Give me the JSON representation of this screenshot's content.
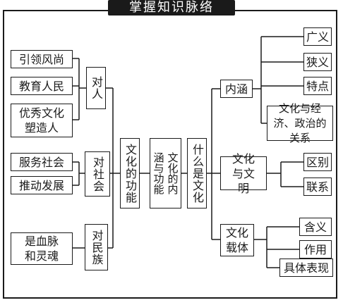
{
  "title": "掌握知识脉络",
  "root": "什么是文化",
  "left": {
    "connotation_function": "文化的内涵与功能",
    "function": "文化的功能",
    "groups": [
      {
        "label": "对人",
        "items": [
          "引领风尚",
          "教育人民",
          "优秀文化塑造人"
        ]
      },
      {
        "label": "对社会",
        "items": [
          "服务社会",
          "推动发展"
        ]
      },
      {
        "label": "对民族",
        "items": [
          "是血脉和灵魂"
        ]
      }
    ]
  },
  "right": {
    "groups": [
      {
        "label": "内涵",
        "items": [
          "广义",
          "狭义",
          "特点",
          "文化与经济、政治的关系"
        ]
      },
      {
        "label": "文化与文明",
        "items": [
          "区别",
          "联系"
        ]
      },
      {
        "label": "文化载体",
        "items": [
          "含义",
          "作用",
          "具体表现"
        ]
      }
    ]
  }
}
